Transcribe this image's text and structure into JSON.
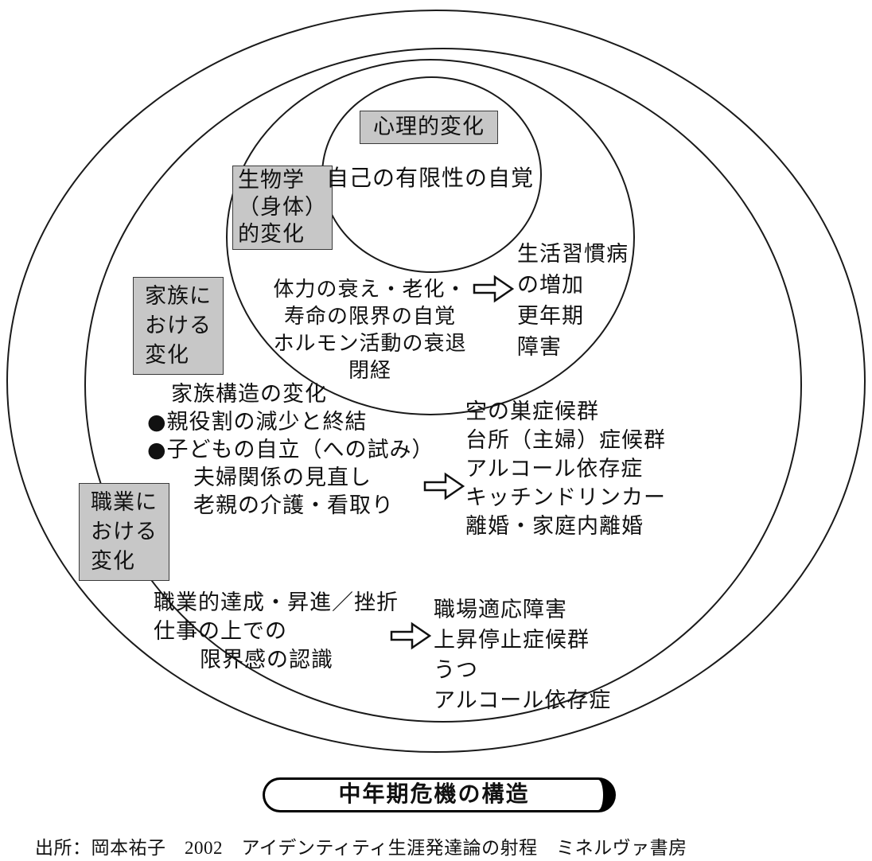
{
  "colors": {
    "label_background": "#c7c7c7",
    "line_color": "#1a1a1a"
  },
  "diagram": {
    "title": "中年期危機の構造",
    "source": "出所：岡本祐子　2002　アイデンティティ生涯発達論の射程　ミネルヴァ書房",
    "rings": {
      "psychological": {
        "label": "心理的変化",
        "content": "自己の有限性の自覚"
      },
      "biological": {
        "label_lines": [
          "生物学",
          "（身体）",
          "的変化"
        ],
        "causes": [
          "体力の衰え・老化・",
          "寿命の限界の自覚",
          "ホルモン活動の衰退",
          "閉経"
        ],
        "effects": [
          "生活習慣病",
          "の増加",
          "更年期",
          "障害"
        ]
      },
      "family": {
        "label_lines": [
          "家族に",
          "おける",
          "変化"
        ],
        "causes": [
          "家族構造の変化",
          "●親役割の減少と終結",
          "●子どもの自立（への試み）",
          "夫婦関係の見直し",
          "老親の介護・看取り"
        ],
        "effects": [
          "空の巣症候群",
          "台所（主婦）症候群",
          "アルコール依存症",
          "キッチンドリンカー",
          "離婚・家庭内離婚"
        ]
      },
      "occupation": {
        "label_lines": [
          "職業に",
          "おける",
          "変化"
        ],
        "causes": [
          "職業的達成・昇進／挫折",
          "仕事の上での",
          "限界感の認識"
        ],
        "effects": [
          "職場適応障害",
          "上昇停止症候群",
          "うつ",
          "アルコール依存症"
        ]
      }
    }
  }
}
